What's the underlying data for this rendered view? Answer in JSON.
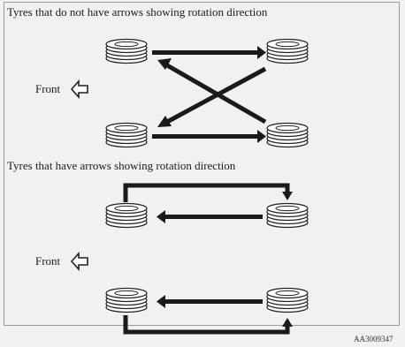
{
  "section1": {
    "heading": "Tyres that do not have arrows showing rotation direction",
    "front_label": "Front"
  },
  "section2": {
    "heading": "Tyres that have arrows showing rotation direction",
    "front_label": "Front"
  },
  "figure_code": "AA3009347",
  "icons": {
    "tyre": "tyre-icon",
    "front_indicator": "hollow-left-arrow-icon",
    "rotation_arrow": "solid-arrow-icon"
  }
}
